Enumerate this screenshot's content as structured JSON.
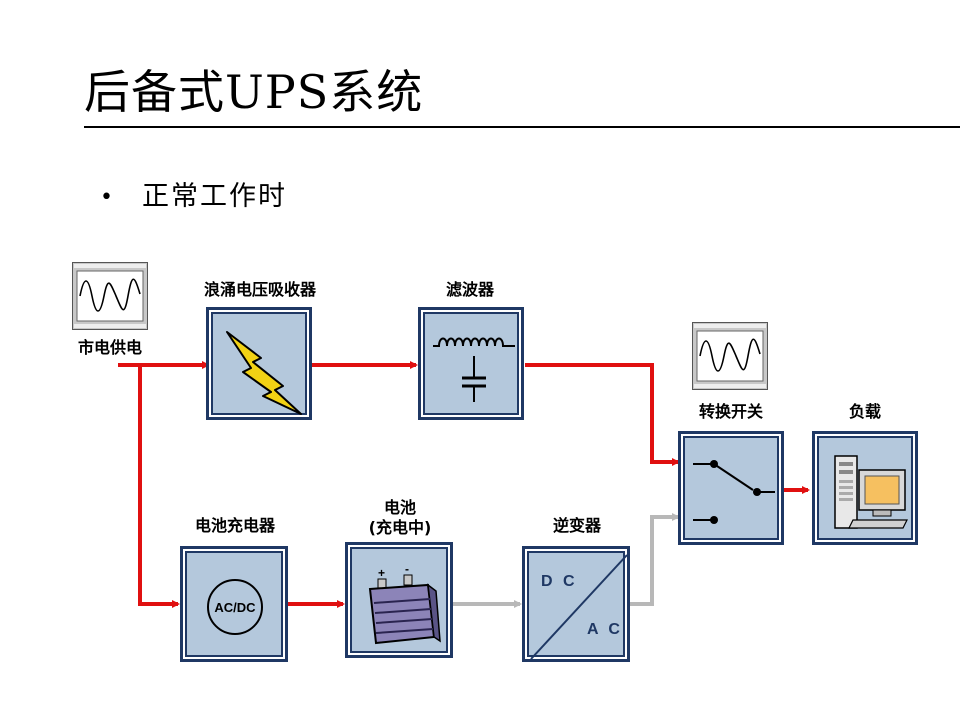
{
  "slide": {
    "title": "后备式UPS系统",
    "bullet": "正常工作时"
  },
  "labels": {
    "mains": "市电供电",
    "surge": "浪涌电压吸收器",
    "filter": "滤波器",
    "transfer_switch": "转换开关",
    "load": "负载",
    "charger": "电池充电器",
    "battery_line1": "电池",
    "battery_line2": "(充电中)",
    "inverter": "逆变器"
  },
  "charger_text": "AC/DC",
  "inverter_text": {
    "top": "D C",
    "bottom": "A C"
  },
  "battery_terminals": {
    "plus": "+",
    "minus": "-"
  },
  "colors": {
    "active_path": "#e01010",
    "inactive_path": "#b8b8b8",
    "box_fill": "#b4c8dc",
    "box_border": "#1f3864"
  }
}
